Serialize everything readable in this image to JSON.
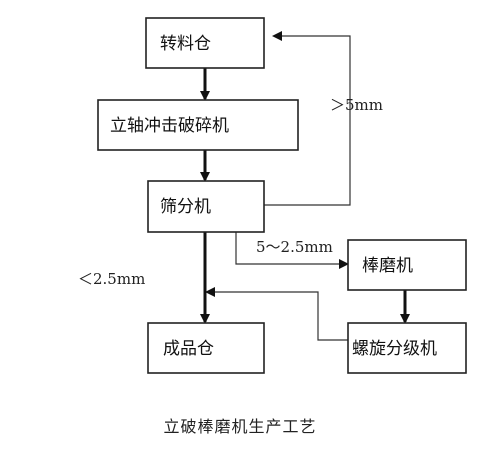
{
  "diagram": {
    "nodes": {
      "bin": "转料仓",
      "crusher": "立轴冲击破碎机",
      "screen": "筛分机",
      "rod_mill": "棒磨机",
      "product_bin": "成品仓",
      "classifier": "螺旋分级机"
    },
    "edges": {
      "oversize": "＞5mm",
      "middle": "5～2.5mm",
      "fine": "＜2.5mm"
    },
    "caption": "立破棒磨机生产工艺"
  },
  "colors": {
    "line": "#111111",
    "box_border": "#222222",
    "background": "#ffffff"
  }
}
